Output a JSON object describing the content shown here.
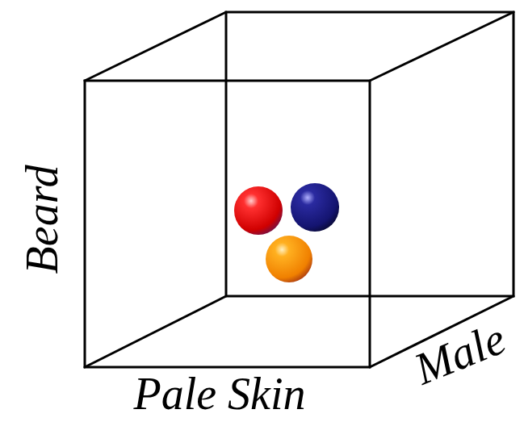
{
  "diagram": {
    "labels": [
      "Beard",
      "Pale Skin",
      "Male"
    ]
  }
}
